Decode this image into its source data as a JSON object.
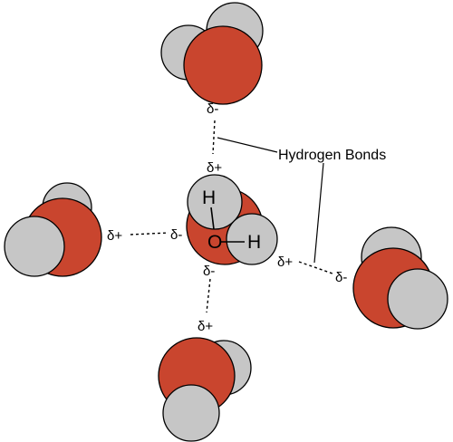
{
  "caption": "Hydrogen Bonds",
  "central_molecule": {
    "h_top": "H",
    "o": "O",
    "h_right": "H",
    "charge_top": "δ+",
    "charge_left": "δ-",
    "charge_bottom": "δ-",
    "charge_right": "δ+"
  },
  "neighbor_charges": {
    "top": "δ-",
    "left": "δ+",
    "bottom": "δ+",
    "right": "δ-"
  },
  "colors": {
    "oxygen": "#c9452e",
    "hydrogen": "#c6c6c6",
    "outline": "#000000",
    "background": "#ffffff"
  }
}
